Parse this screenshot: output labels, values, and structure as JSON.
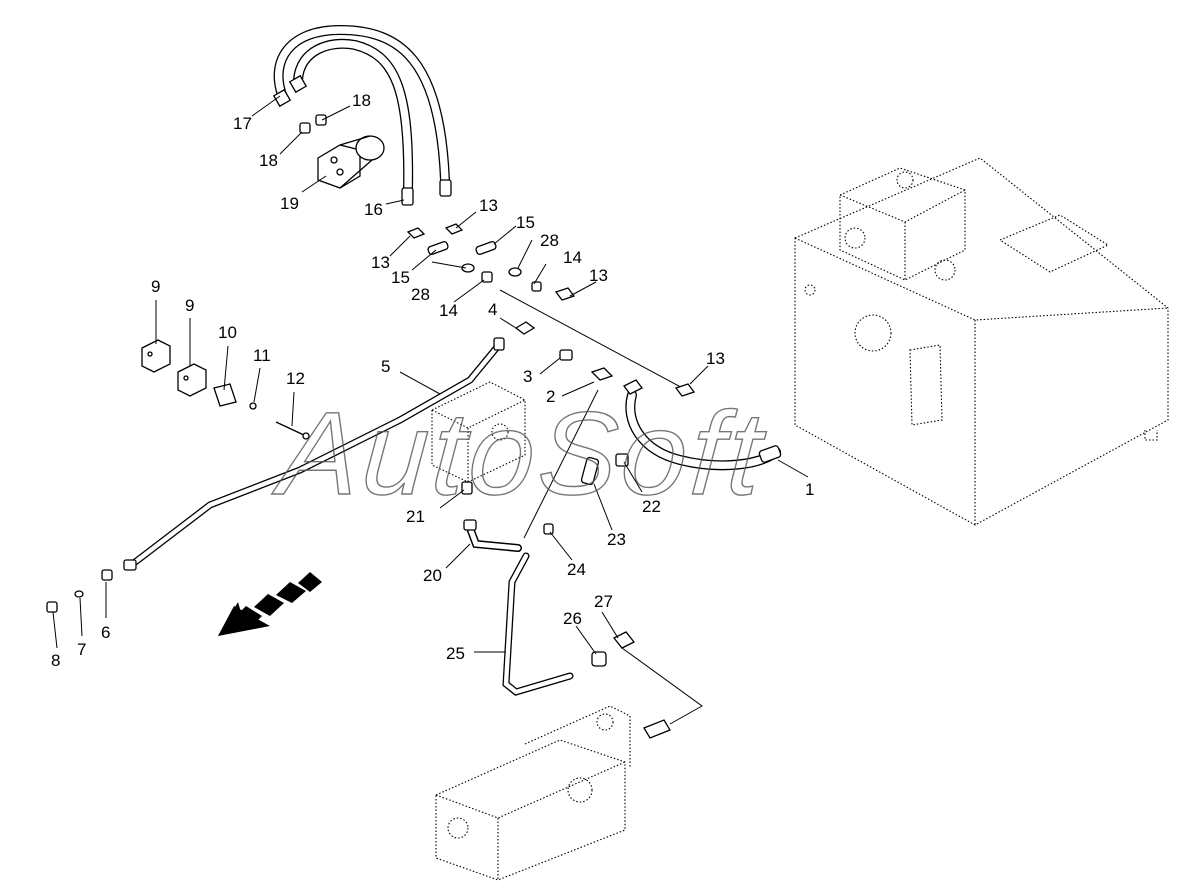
{
  "watermark": "AutoSoft",
  "callouts": [
    {
      "id": "c1",
      "label": "1"
    },
    {
      "id": "c2",
      "label": "2"
    },
    {
      "id": "c3",
      "label": "3"
    },
    {
      "id": "c4",
      "label": "4"
    },
    {
      "id": "c5",
      "label": "5"
    },
    {
      "id": "c6",
      "label": "6"
    },
    {
      "id": "c7",
      "label": "7"
    },
    {
      "id": "c8",
      "label": "8"
    },
    {
      "id": "c9a",
      "label": "9"
    },
    {
      "id": "c9b",
      "label": "9"
    },
    {
      "id": "c10",
      "label": "10"
    },
    {
      "id": "c11",
      "label": "11"
    },
    {
      "id": "c12",
      "label": "12"
    },
    {
      "id": "c13a",
      "label": "13"
    },
    {
      "id": "c13b",
      "label": "13"
    },
    {
      "id": "c13c",
      "label": "13"
    },
    {
      "id": "c13d",
      "label": "13"
    },
    {
      "id": "c14a",
      "label": "14"
    },
    {
      "id": "c14b",
      "label": "14"
    },
    {
      "id": "c15a",
      "label": "15"
    },
    {
      "id": "c15b",
      "label": "15"
    },
    {
      "id": "c16",
      "label": "16"
    },
    {
      "id": "c17",
      "label": "17"
    },
    {
      "id": "c18a",
      "label": "18"
    },
    {
      "id": "c18b",
      "label": "18"
    },
    {
      "id": "c19",
      "label": "19"
    },
    {
      "id": "c20",
      "label": "20"
    },
    {
      "id": "c21",
      "label": "21"
    },
    {
      "id": "c22",
      "label": "22"
    },
    {
      "id": "c23",
      "label": "23"
    },
    {
      "id": "c24",
      "label": "24"
    },
    {
      "id": "c25",
      "label": "25"
    },
    {
      "id": "c26",
      "label": "26"
    },
    {
      "id": "c27",
      "label": "27"
    },
    {
      "id": "c28a",
      "label": "28"
    },
    {
      "id": "c28b",
      "label": "28"
    }
  ]
}
